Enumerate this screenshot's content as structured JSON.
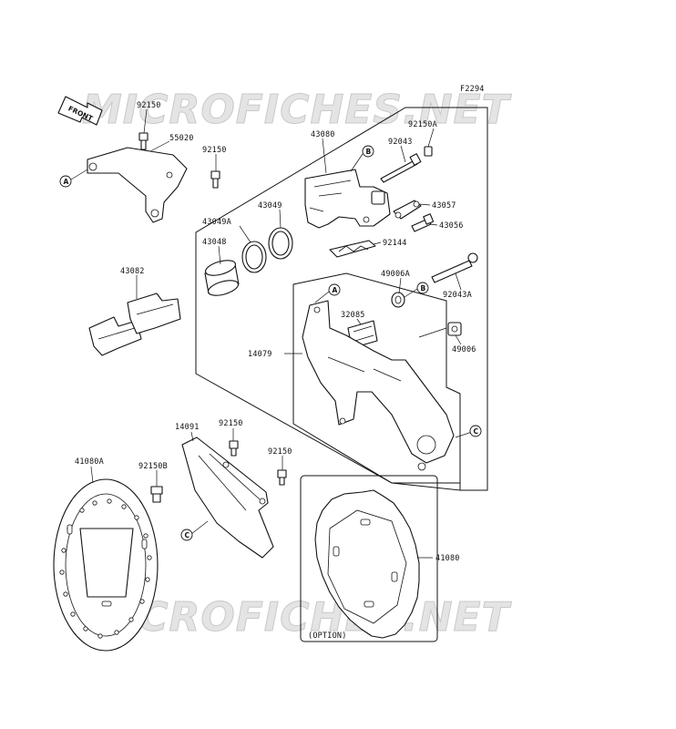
{
  "figure_code": "F2294",
  "watermark_top": "MICROFICHES.NET",
  "watermark_bottom": "MICROFICHES.NET",
  "front_arrow_label": "FRONT",
  "option_label": "(OPTION)",
  "callouts": {
    "A": "A",
    "B": "B",
    "C": "C"
  },
  "parts": {
    "p92150_top": "92150",
    "p55020": "55020",
    "p92150_mid": "92150",
    "p43080": "43080",
    "p92150A": "92150A",
    "p92043": "92043",
    "p43057": "43057",
    "p43056": "43056",
    "p43049": "43049",
    "p43049A": "43049A",
    "p43048": "43048",
    "p92144": "92144",
    "p43082": "43082",
    "p49006A": "49006A",
    "p92043A": "92043A",
    "p32085": "32085",
    "p14079": "14079",
    "p49006": "49006",
    "p14091": "14091",
    "p92150_disc": "92150",
    "p92150_guard": "92150",
    "p92150B": "92150B",
    "p41080A": "41080A",
    "p41080": "41080"
  },
  "colors": {
    "line": "#111111",
    "watermark": "#e4e4e4",
    "background": "#ffffff"
  }
}
